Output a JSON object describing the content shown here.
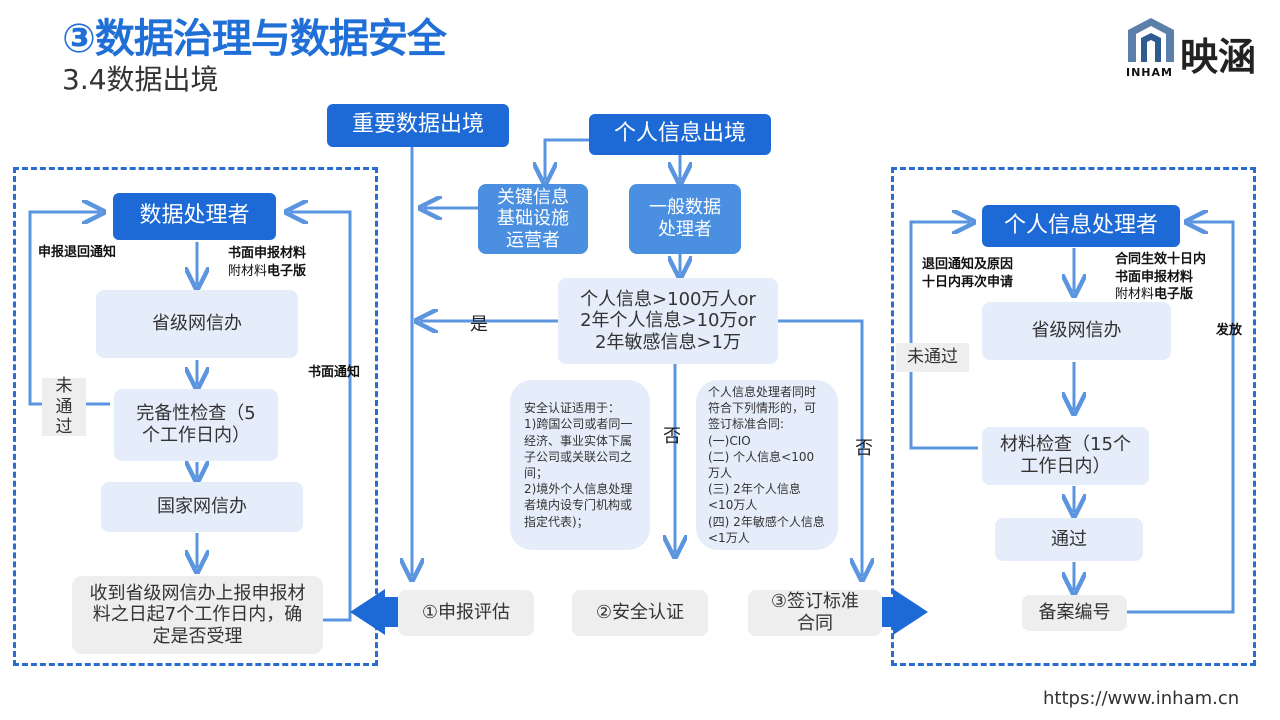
{
  "header": {
    "title": "③数据治理与数据安全",
    "subtitle": "3.4数据出境",
    "logo_text": "映涵",
    "logo_sub": "INHAM",
    "url": "https://www.inham.cn"
  },
  "top": {
    "important_data": "重要数据出境",
    "personal_info": "个人信息出境",
    "cii_operator": "关键信息基础设施运营者",
    "general_processor": "一般数据处理者",
    "threshold": "个人信息>100万人or 2年个人信息>10万or 2年敏感信息>1万",
    "yes": "是",
    "no_left": "否",
    "no_right": "否"
  },
  "left": {
    "processor": "数据处理者",
    "return_notice": "申报退回通知",
    "materials_bold": "书面申报材料",
    "materials_attach_prefix": "附材料",
    "materials_attach_bold": "电子版",
    "written_notice": "书面通知",
    "provincial": "省级网信办",
    "not_passed": "未通过",
    "completeness": "完备性检查（5个工作日内）",
    "national": "国家网信办",
    "receive": "收到省级网信办上报申报材料之日起7个工作日内，确定是否受理"
  },
  "middle": {
    "cert_note": "安全认证适用于：\n1)跨国公司或者同一经济、事业实体下属子公司或关联公司之间；\n2)境外个人信息处理者境内设专门机构或指定代表)；",
    "contract_note": "个人信息处理者同时符合下列情形的，可签订标准合同:\n(一)CIO\n(二) 个人信息<100万人\n(三) 2年个人信息<10万人\n(四) 2年敏感个人信息<1万人",
    "opt1": "①申报评估",
    "opt2": "②安全认证",
    "opt3": "③签订标准合同"
  },
  "right": {
    "processor": "个人信息处理者",
    "return_reason_1": "退回通知及原因",
    "return_reason_2": "十日内再次申请",
    "contract_1": "合同生效十日内",
    "contract_2": "书面申报材料",
    "attach_prefix": "附材料",
    "attach_bold": "电子版",
    "issue": "发放",
    "not_passed": "未通过",
    "provincial": "省级网信办",
    "check": "材料检查（15个工作日内）",
    "passed": "通过",
    "record": "备案编号"
  },
  "colors": {
    "primary": "#1d6ad6",
    "mid": "#4a8fe0",
    "pale": "#e4edf9",
    "grey": "#eeeeee",
    "line": "#5b95e0"
  }
}
